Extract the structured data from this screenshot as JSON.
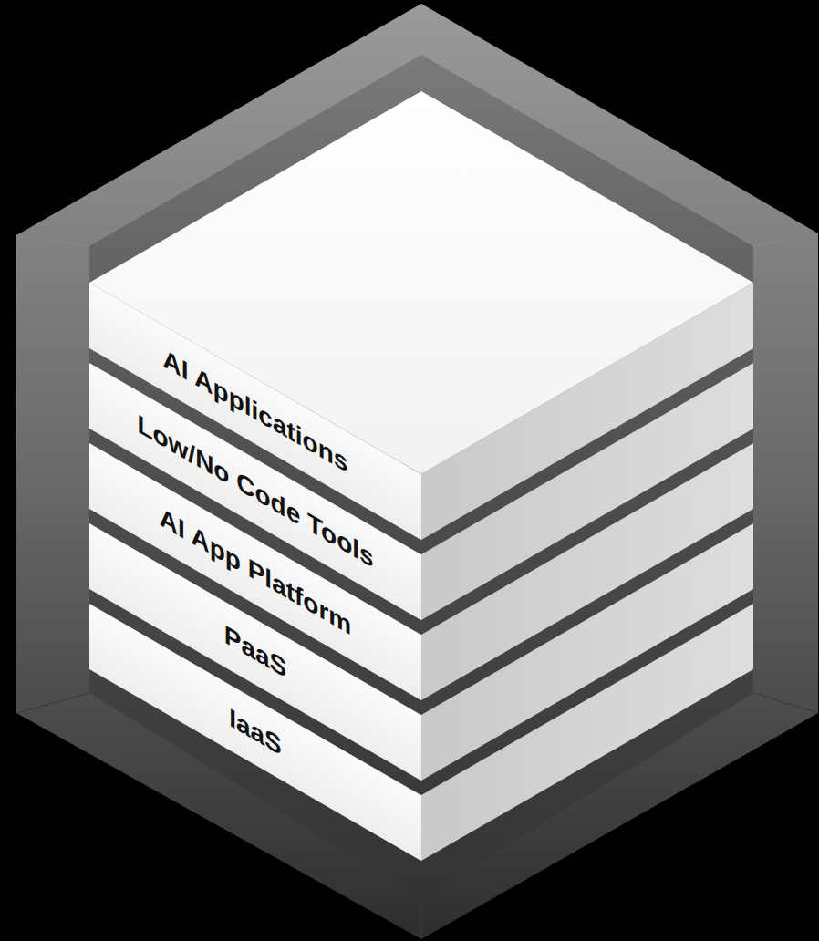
{
  "diagram": {
    "nodes": [
      {
        "text": [
          "AI Applications"
        ]
      },
      {
        "text": [
          "Low/No Code Tools"
        ]
      },
      {
        "text": [
          "AI App Platform"
        ]
      },
      {
        "text": [
          "PaaS"
        ]
      },
      {
        "text": [
          "IaaS"
        ]
      }
    ]
  }
}
